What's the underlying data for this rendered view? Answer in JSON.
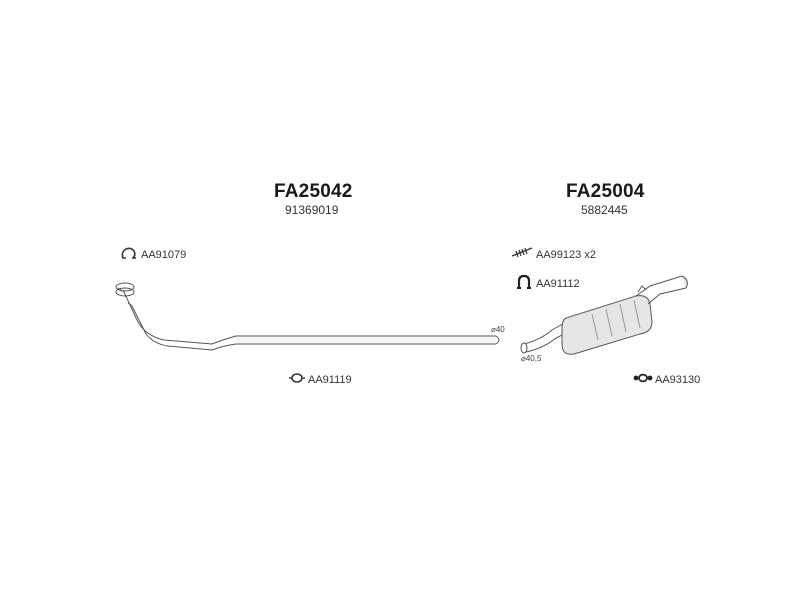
{
  "parts": [
    {
      "code": "FA25042",
      "ref": "91369019"
    },
    {
      "code": "FA25004",
      "ref": "5882445"
    }
  ],
  "accessories": {
    "a1": {
      "code": "AA91079",
      "icon": "clamp-ring-icon"
    },
    "a2": {
      "code": "AA91119",
      "icon": "gasket-ring-icon"
    },
    "a3": {
      "code": "AA99123 x2",
      "icon": "spring-bolt-icon"
    },
    "a4": {
      "code": "AA91112",
      "icon": "u-clamp-icon"
    },
    "a5": {
      "code": "AA93130",
      "icon": "rubber-mount-icon"
    }
  },
  "dimensions": {
    "pipe_diameter": "40",
    "muffler_diameter": "40,5"
  },
  "colors": {
    "line": "#555555",
    "fill": "#e6e6e6",
    "text": "#222222"
  }
}
